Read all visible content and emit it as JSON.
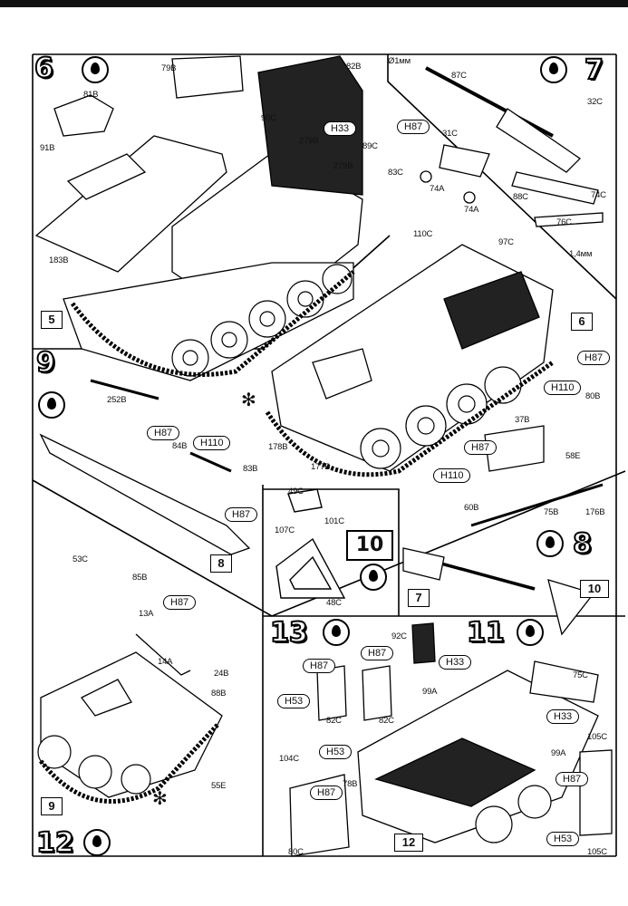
{
  "steps": {
    "s6": "6",
    "s7": "7",
    "s9": "9",
    "s10": "10",
    "s13": "13",
    "s11": "11",
    "s12": "12",
    "s8": "8",
    "s5": "5"
  },
  "refs": {
    "r6": "6",
    "r8": "8",
    "r7": "7",
    "r10": "10",
    "r9": "9",
    "r12": "12"
  },
  "paints": {
    "h87": "H87",
    "h33": "H33",
    "h110": "H110",
    "h53": "H53"
  },
  "parts": {
    "p79b": "79B",
    "p82b": "82B",
    "p81b": "81B",
    "p90c": "90C",
    "p279b": "279B",
    "p279b_2": "279B",
    "p89c": "89C",
    "p91b": "91B",
    "p183b": "183B",
    "p87c": "87C",
    "p32c": "32C",
    "p31c": "31C",
    "p83c": "83C",
    "p74a": "74A",
    "p74a_2": "74A",
    "p88c": "88C",
    "p74c": "74C",
    "p76c": "76C",
    "dim1": "Ø1мм",
    "dim2": "1,4мм",
    "p110c": "110C",
    "p97c": "97C",
    "p80b": "80B",
    "p37b": "37B",
    "p58e": "58E",
    "p60b": "60B",
    "p75b": "75B",
    "p176b": "176B",
    "p178b": "178B",
    "p177b": "177B",
    "p252b": "252B",
    "p84b": "84B",
    "p83b": "83B",
    "p49c": "49C",
    "p107c": "107C",
    "p101c": "101C",
    "p48c": "48C",
    "p53c": "53C",
    "p85b": "85B",
    "p13a": "13A",
    "p14a": "14A",
    "p24b": "24B",
    "p88b": "88B",
    "p55e": "55E",
    "p92c": "92C",
    "p99a": "99A",
    "p75c": "75C",
    "p82c": "82C",
    "p82c_2": "82C",
    "p99a_2": "99A",
    "p105c": "105C",
    "p104c": "104C",
    "p78b": "78B",
    "p80c": "80C",
    "p105c_2": "105C"
  },
  "icons": [
    "paint-drop-icon",
    "no-glue-icon",
    "star-icon",
    "tool-icon"
  ]
}
